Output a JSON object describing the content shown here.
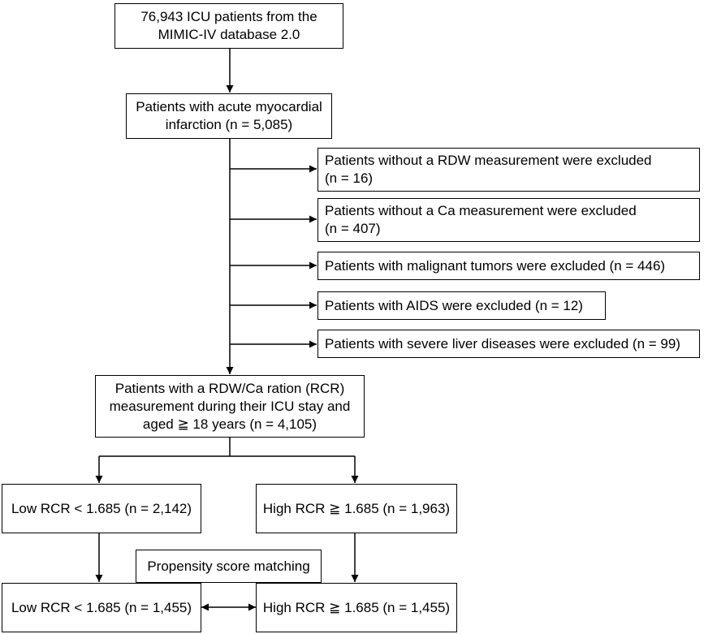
{
  "source": {
    "line1": "76,943 ICU patients from the",
    "line2": "MIMIC-IV database 2.0"
  },
  "ami": {
    "line1": "Patients with acute myocardial",
    "line2": "infarction (n = 5,085)"
  },
  "exclusions": [
    {
      "line1": "Patients without a RDW measurement were excluded",
      "line2": "(n = 16)"
    },
    {
      "line1": "Patients without a Ca measurement were excluded",
      "line2": "(n = 407)"
    },
    {
      "line1": "Patients with malignant tumors were excluded (n = 446)"
    },
    {
      "line1": "Patients with AIDS were excluded (n = 12)"
    },
    {
      "line1": "Patients with severe liver diseases were excluded (n = 99)"
    }
  ],
  "rcr": {
    "line1": "Patients with a RDW/Ca ration (RCR)",
    "line2": "measurement during their ICU stay and",
    "line3": "aged ≧ 18 years (n = 4,105)"
  },
  "groups_before": {
    "low": "Low RCR < 1.685 (n = 2,142)",
    "high": "High RCR ≧ 1.685 (n = 1,963)"
  },
  "psm_label": "Propensity score matching",
  "groups_after": {
    "low": "Low RCR < 1.685 (n = 1,455)",
    "high": "High RCR ≧ 1.685 (n = 1,455)"
  }
}
